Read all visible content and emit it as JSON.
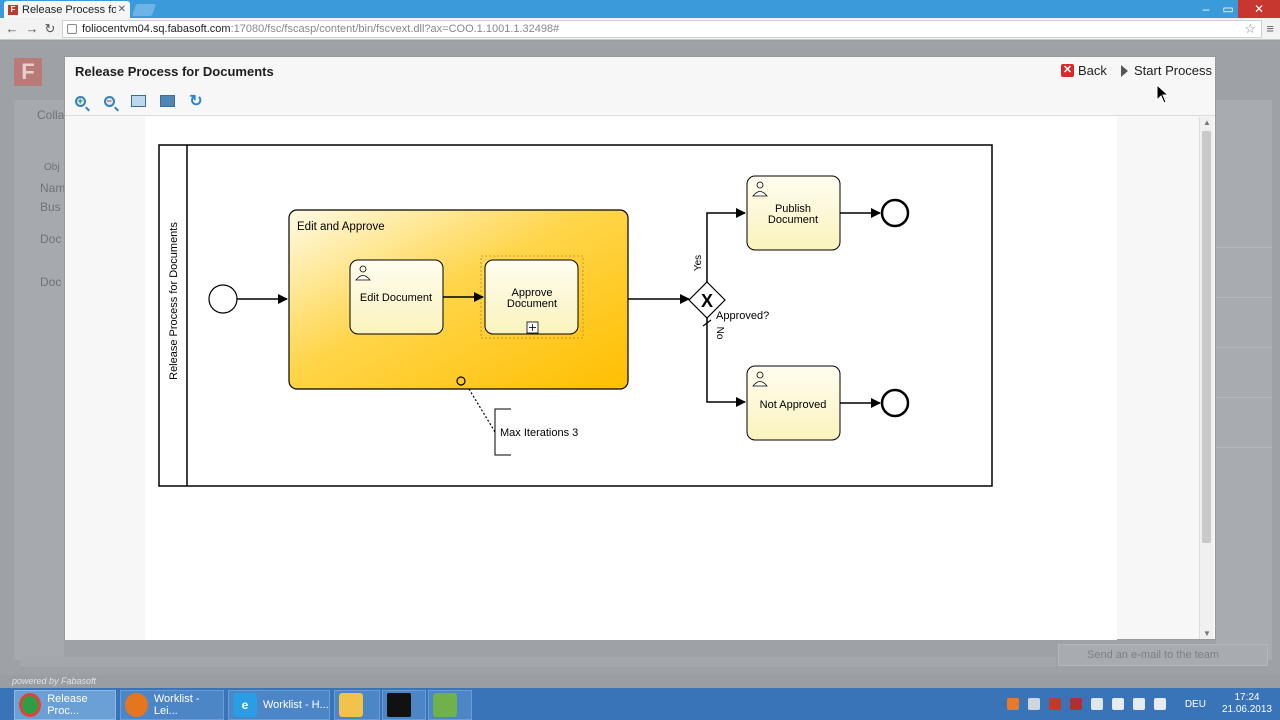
{
  "browser": {
    "tab_title": "Release Process for D",
    "tab_favicon": "F",
    "url_host": "foliocentvm04.sq.fabasoft.com",
    "url_rest": ":17080/fsc/fscasp/content/bin/fscvext.dll?ax=COO.1.1001.1.32498#"
  },
  "background": {
    "collab_label": "Colla",
    "obj_label": "Obj",
    "name_label": "Nam",
    "bus_label": "Bus",
    "doc1_label": "Doc",
    "doc2_label": "Doc",
    "email_placeholder": "Send an e-mail to the team",
    "powered_by": "powered by Fabasoft"
  },
  "dialog": {
    "title": "Release Process for Documents",
    "back_label": "Back",
    "start_label": "Start Process"
  },
  "diagram": {
    "pool_label": "Release Process for Documents",
    "subprocess_label": "Edit and Approve",
    "task_edit": "Edit Document",
    "task_approve_line1": "Approve",
    "task_approve_line2": "Document",
    "task_publish_line1": "Publish",
    "task_publish_line2": "Document",
    "task_not_approved": "Not Approved",
    "gateway_label": "Approved?",
    "gateway_marker": "X",
    "yes_label": "Yes",
    "no_label": "No",
    "annotation": "Max Iterations 3"
  },
  "taskbar": {
    "items": [
      {
        "label": "Release Proc..."
      },
      {
        "label": "Worklist - Lei..."
      },
      {
        "label": "Worklist - H..."
      }
    ],
    "language": "DEU",
    "time": "17:24",
    "date": "21.06.2013"
  },
  "colors": {
    "titlebar": "#3b9ad9",
    "subprocess_top": "#fffbe6",
    "subprocess_bottom": "#ffbf00",
    "task_fill": "#fefbd6",
    "back_red": "#d62a2a",
    "taskbar": "#3a74b8"
  }
}
